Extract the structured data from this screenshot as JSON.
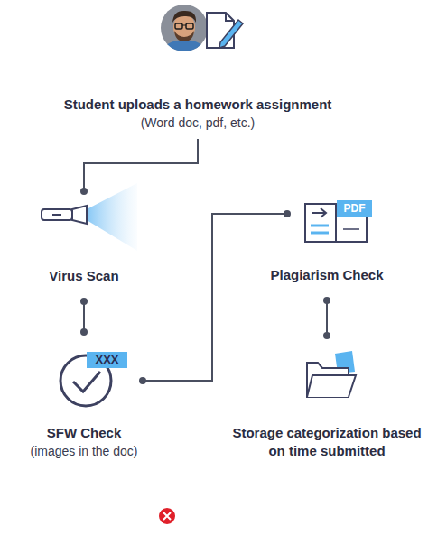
{
  "diagram": {
    "nodes": [
      {
        "text": [
          "Student uploads a homework assignment",
          "(Word doc, pdf, etc.)"
        ]
      },
      {
        "text": [
          "Virus Scan"
        ]
      },
      {
        "text": [
          "SFW Check",
          "(images in the doc)"
        ]
      },
      {
        "text": [
          "Plagiarism Check"
        ]
      },
      {
        "text": [
          "Storage categorization based on time submitted"
        ]
      }
    ],
    "edges": [
      {
        "from": 0,
        "to": 1,
        "arrow": "none"
      },
      {
        "from": 1,
        "to": 2,
        "arrow": "none"
      },
      {
        "from": 2,
        "to": 3,
        "arrow": "none"
      },
      {
        "from": 3,
        "to": 4,
        "arrow": "none"
      }
    ],
    "labels": [
      "XXX",
      "PDF"
    ]
  }
}
